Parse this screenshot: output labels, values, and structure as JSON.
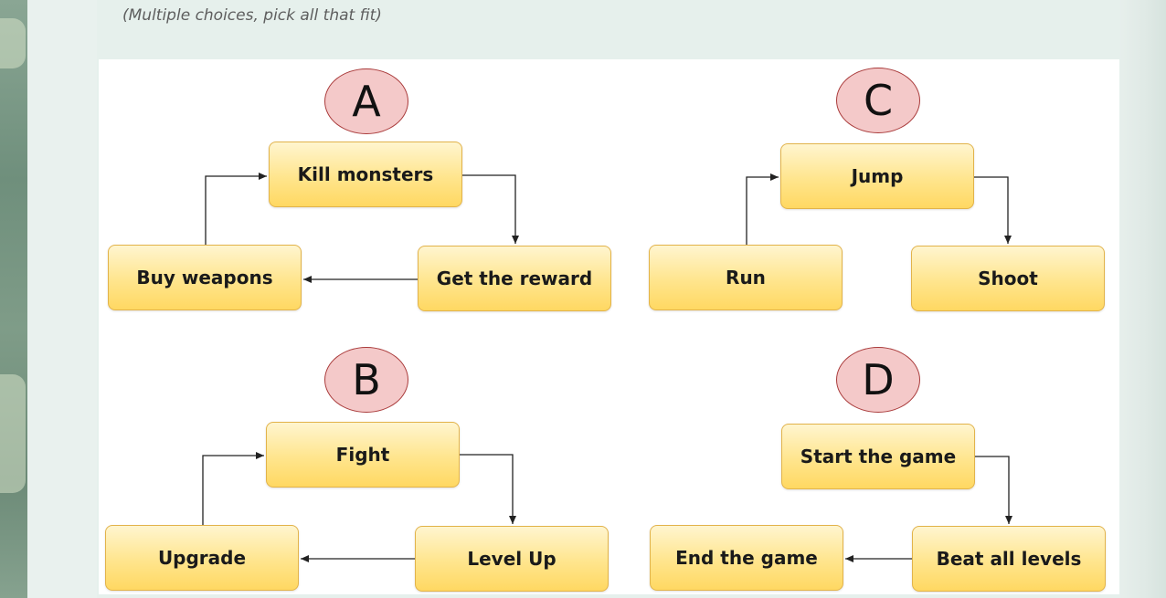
{
  "instruction": "(Multiple choices, pick all that fit)",
  "options": {
    "a": {
      "label": "A",
      "nodes": [
        "Kill monsters",
        "Get the reward",
        "Buy weapons"
      ]
    },
    "b": {
      "label": "B",
      "nodes": [
        "Fight",
        "Level Up",
        "Upgrade"
      ]
    },
    "c": {
      "label": "C",
      "nodes": [
        "Jump",
        "Shoot",
        "Run"
      ]
    },
    "d": {
      "label": "D",
      "nodes": [
        "Start the game",
        "Beat all levels",
        "End the game"
      ]
    }
  },
  "colors": {
    "node_fill": "#ffe58d",
    "node_border": "#e2b34a",
    "badge_fill": "#f4c9c9",
    "badge_border": "#a93a3a",
    "arrow": "#222222"
  }
}
